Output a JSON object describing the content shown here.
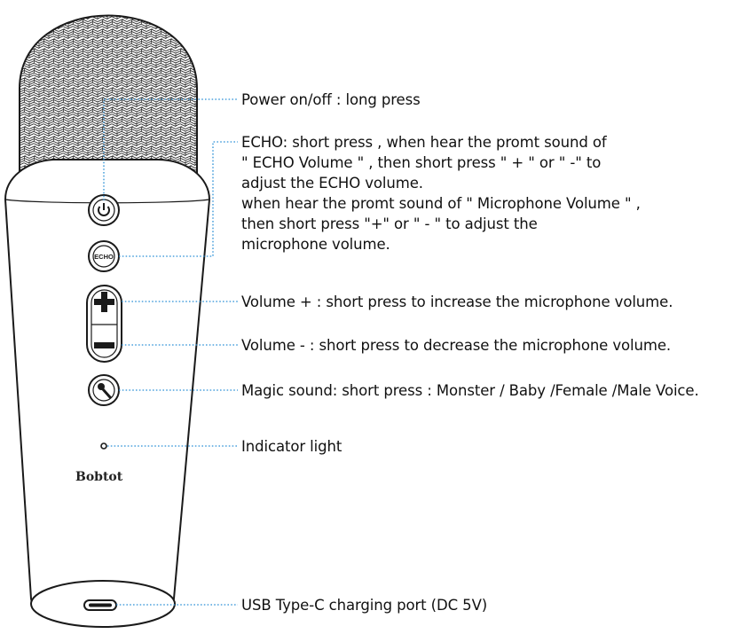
{
  "brand": "Bobtot",
  "colors": {
    "outline": "#1a1a1a",
    "leader": "#2a8fd6",
    "body_fill": "#ffffff"
  },
  "icons": {
    "power_button": "power-icon",
    "echo_button": "echo-text",
    "volume_up": "plus-icon",
    "volume_down": "minus-icon",
    "magic_sound": "microphone-icon",
    "indicator": "dot",
    "usb_port": "usb-c-port"
  },
  "echo_button_text": "ECHO",
  "labels": {
    "power": "Power on/off : long press",
    "echo": [
      "ECHO: short press , when hear the promt sound of",
      "\" ECHO Volume \" , then short press \" + \" or \" -\" to",
      "adjust the ECHO volume.",
      "when hear the promt sound of \" Microphone Volume \" ,",
      "then short press \"+\" or \" - \" to adjust the",
      "microphone volume."
    ],
    "volume_up": "Volume + : short press to increase the microphone volume.",
    "volume_down": "Volume - : short press to decrease the microphone volume.",
    "magic": "Magic sound: short press : Monster / Baby /Female /Male Voice.",
    "indicator": "Indicator light",
    "usb": "USB Type-C charging port (DC 5V)"
  }
}
